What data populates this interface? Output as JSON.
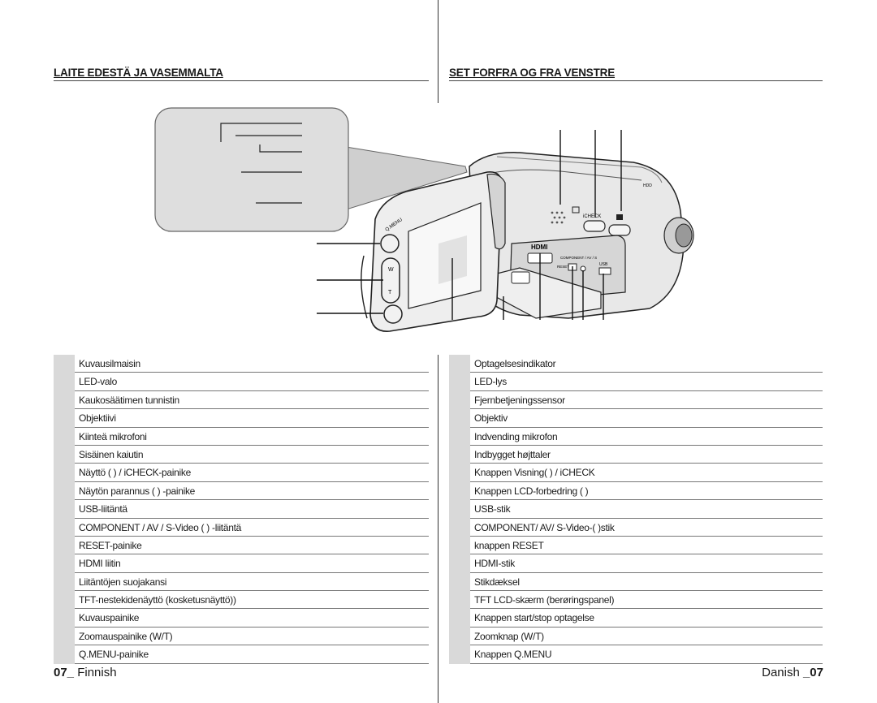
{
  "left": {
    "heading": "LAITE EDESTÄ JA VASEMMALTA",
    "items": [
      "Kuvausilmaisin",
      "LED-valo",
      "Kaukosäätimen tunnistin",
      "Objektiivi",
      "Kiinteä mikrofoni",
      "Sisäinen kaiutin",
      "Näyttö (      ) / iCHECK-painike",
      "Näytön parannus (      ) -painike",
      "USB-liitäntä",
      "COMPONENT / AV / S-Video (   ) -liitäntä",
      "RESET-painike",
      "HDMI liitin",
      "Liitäntöjen suojakansi",
      "TFT-nestekidenäyttö (kosketusnäyttö))",
      "Kuvauspainike",
      "Zoomauspainike (W/T)",
      "Q.MENU-painike"
    ],
    "footer_num": "07_",
    "footer_lang": " Finnish"
  },
  "right": {
    "heading": "SET FORFRA OG FRA VENSTRE",
    "items": [
      "Optagelsesindikator",
      "LED-lys",
      "Fjernbetjeningssensor",
      "Objektiv",
      "Indvending mikrofon",
      "Indbygget højttaler",
      "Knappen Visning(      ) / iCHECK",
      "Knappen LCD-forbedring (      )",
      "USB-stik",
      "COMPONENT/ AV/ S-Video-(   )stik",
      "knappen RESET",
      "HDMI-stik",
      "Stikdæksel",
      "TFT LCD-skærm (berøringspanel)",
      "Knappen start/stop optagelse",
      "Zoomknap (W/T)",
      "Knappen Q.MENU"
    ],
    "footer_lang": "Danish ",
    "footer_num": "_07"
  },
  "figure": {
    "qmenu_label": "Q.MENU",
    "wide_label": "W",
    "tele_label": "T",
    "hdmi_label": "HDMI",
    "component_label": "COMPONENT / AV / S",
    "reset_label": "RESET",
    "usb_label": "USB",
    "icheck_label": "iCHECK",
    "hdd_label": "HDD"
  }
}
